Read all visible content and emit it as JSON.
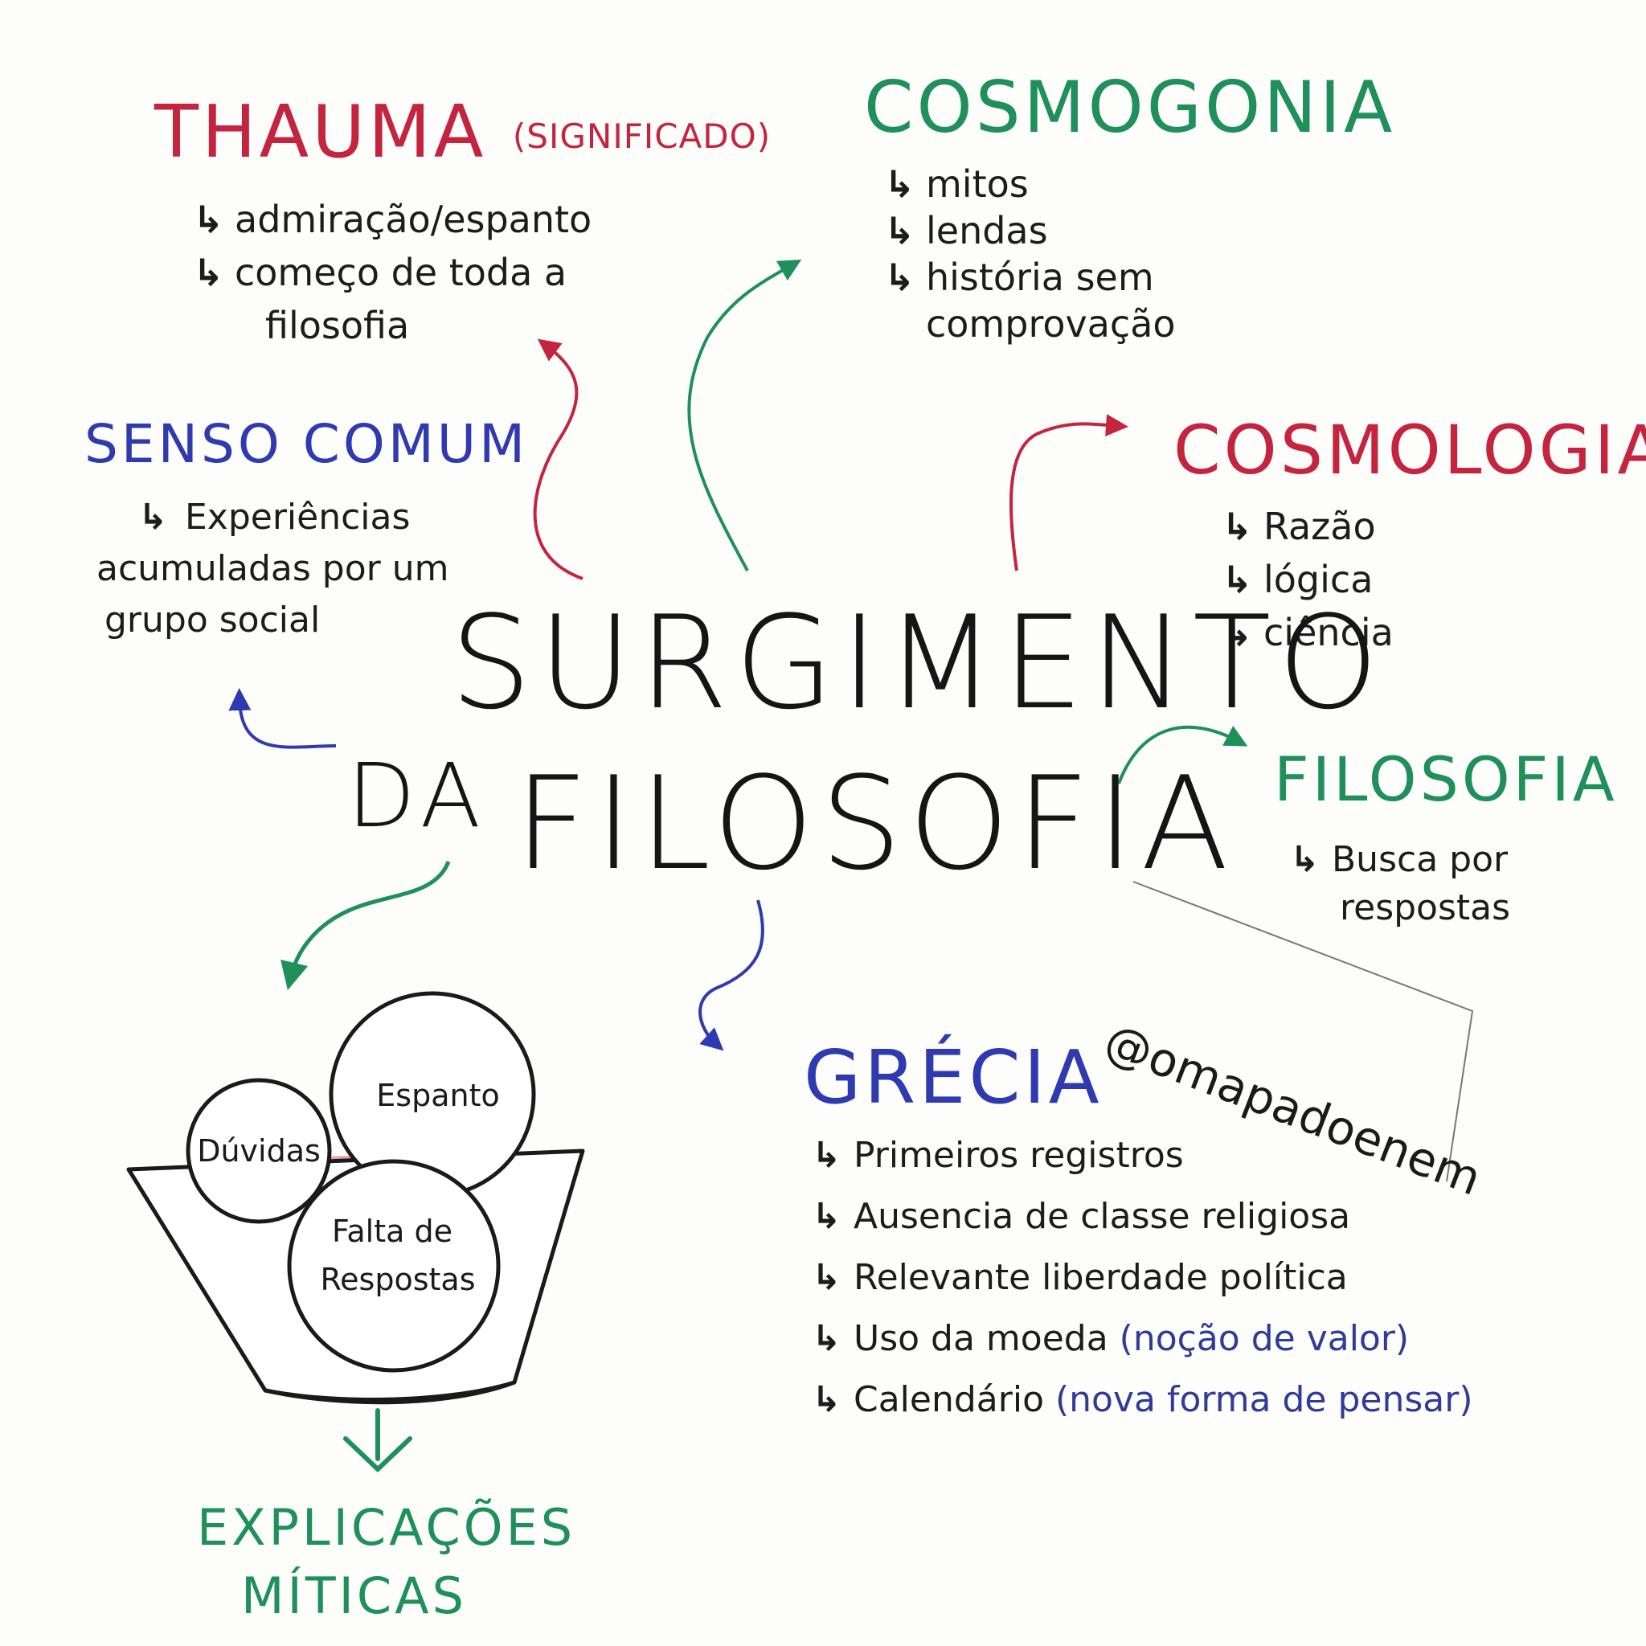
{
  "center": {
    "line1": "SURGIMENTO",
    "line2": "DA",
    "line3": "FILOSOFIA"
  },
  "thauma": {
    "title": "THAUMA",
    "note": "(SIGNIFICADO)",
    "items": [
      "admiração/espanto",
      "começo de toda a",
      "filosofia"
    ]
  },
  "cosmogonia": {
    "title": "COSMOGONIA",
    "items": [
      "mitos",
      "lendas",
      "história sem",
      "comprovação"
    ]
  },
  "cosmologia": {
    "title": "COSMOLOGIA",
    "items": [
      "Razão",
      "lógica",
      "ciência"
    ]
  },
  "senso": {
    "title": "SENSO COMUM",
    "items": [
      "Experiências",
      "acumuladas por um",
      "grupo social"
    ]
  },
  "filosofia": {
    "title": "FILOSOFIA",
    "items": [
      "Busca por",
      "respostas"
    ]
  },
  "grecia": {
    "title": "GRÉCIA",
    "items": [
      {
        "text": "Primeiros registros",
        "note": ""
      },
      {
        "text": "Ausencia de classe religiosa",
        "note": ""
      },
      {
        "text": "Relevante liberdade política",
        "note": ""
      },
      {
        "text": "Uso da moeda",
        "note": "(noção de valor)"
      },
      {
        "text": "Calendário",
        "note": "(nova forma de pensar)"
      }
    ]
  },
  "bowl": {
    "circles": [
      "Dúvidas",
      "Espanto",
      "Falta de",
      "Respostas"
    ],
    "result": [
      "EXPLICAÇÕES",
      "MÍTICAS"
    ]
  },
  "handle": "@omapadoenem",
  "arrow_glyph": "↳",
  "colors": {
    "red": "#c4243e",
    "green": "#1f8f5c",
    "blue": "#2f3ab0",
    "ink": "#1a1a1a"
  }
}
